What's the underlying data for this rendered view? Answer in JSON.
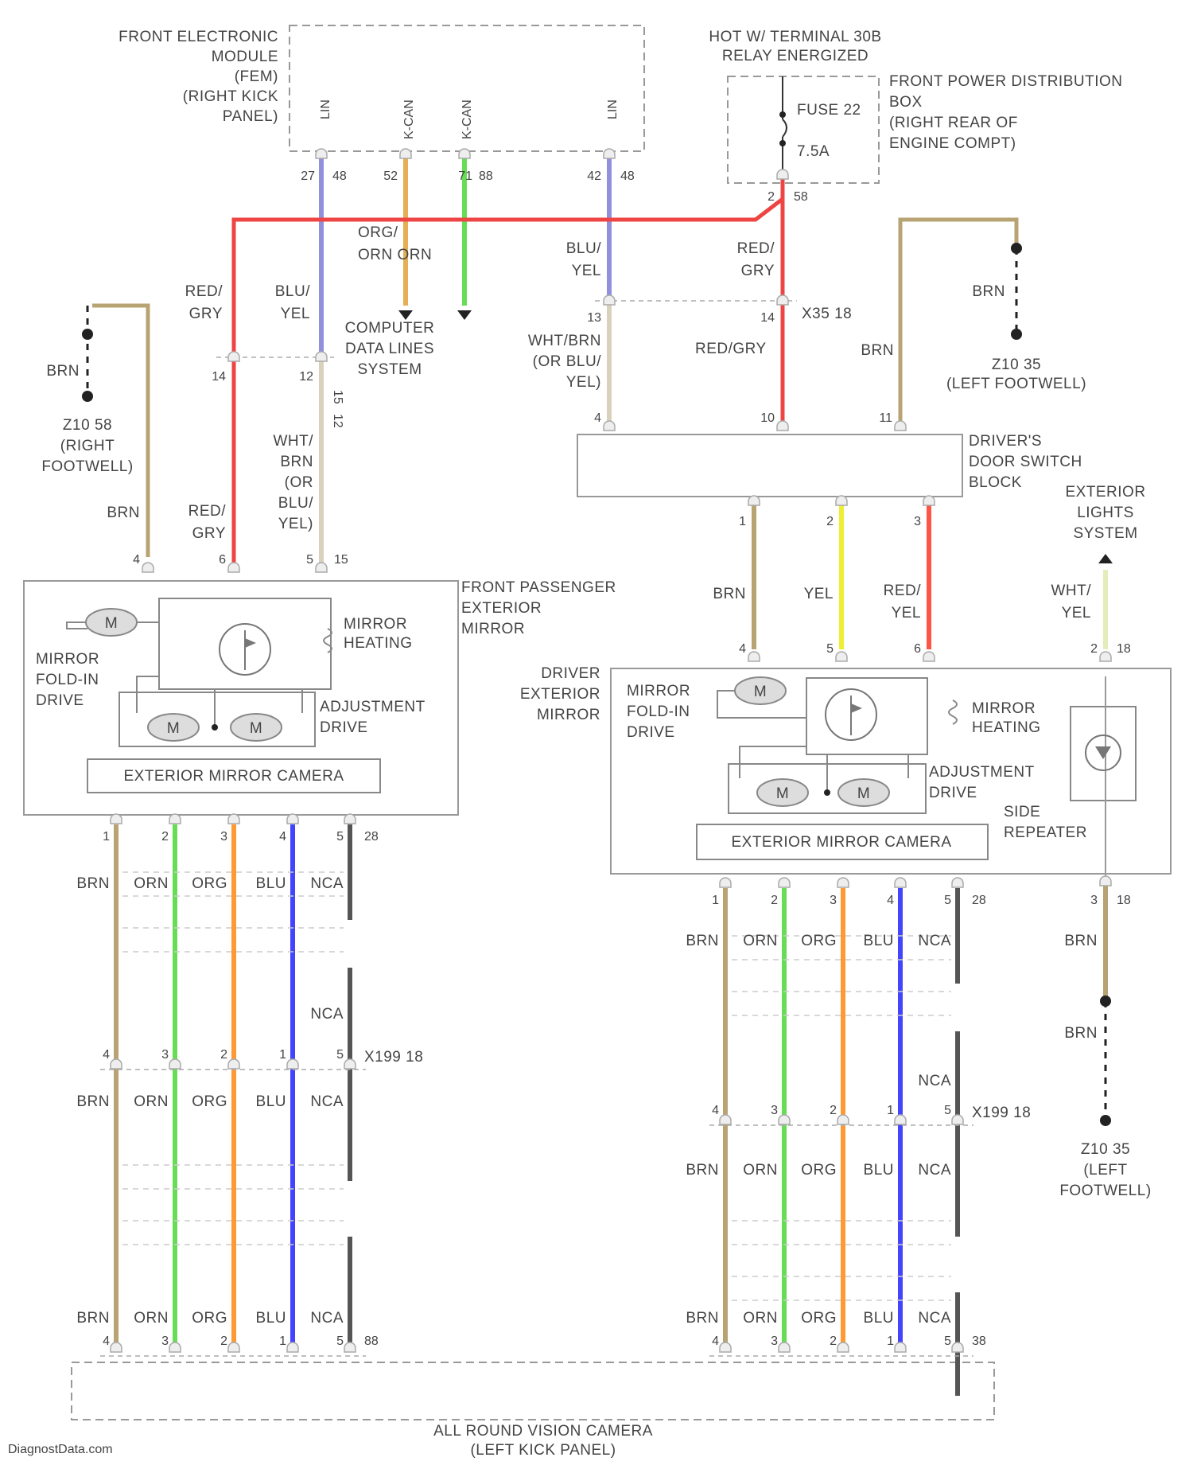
{
  "colors": {
    "BRN": "#b8a373",
    "ORN": "#66dd55",
    "ORG": "#ff9933",
    "BLU": "#4444ff",
    "NCA": "#555555",
    "RED/GRY": "#ee4444",
    "BLU/YEL": "#9090dd",
    "ORG/ORN": "#e5b055",
    "WHT/BRN": "#d8d2bc",
    "YEL": "#eeee33",
    "RED/YEL": "#ff5544",
    "WHT/YEL": "#e4eebb"
  },
  "modules": {
    "fem": "FRONT ELECTRONIC|MODULE|(FEM)|(RIGHT KICK|PANEL)",
    "fem_pins": {
      "lin1": "LIN",
      "can_l": "K-CAN",
      "can_h": "K-CAN",
      "lin2": "LIN"
    },
    "hot": "HOT W/ TERMINAL 30B|RELAY ENERGIZED",
    "fuse": "FUSE 22",
    "fuse_rating": "7.5A",
    "fpdb": "FRONT POWER DISTRIBUTION|BOX|(RIGHT REAR OF|ENGINE COMPT)",
    "cdl": "COMPUTER|DATA LINES|SYSTEM",
    "z10_right": "Z10 58|(RIGHT|FOOTWELL)",
    "z10_left_top": "Z10 35|(LEFT FOOTWELL)",
    "z10_left_bot": "Z10 35|(LEFT|FOOTWELL)",
    "x35": "X35 18",
    "dsb": "DRIVER'S|DOOR SWITCH|BLOCK",
    "ext_lights": "EXTERIOR|LIGHTS|SYSTEM",
    "passenger_mirror": "FRONT PASSENGER|EXTERIOR|MIRROR",
    "driver_mirror": "DRIVER|EXTERIOR|MIRROR",
    "mirror_heating": "MIRROR|HEATING",
    "fold_in": "MIRROR|FOLD-IN|DRIVE",
    "adjustment": "ADJUSTMENT|DRIVE",
    "camera": "EXTERIOR MIRROR CAMERA",
    "side_repeater": "SIDE|REPEATER",
    "x199": "X199 18",
    "arvc": "ALL ROUND VISION CAMERA|(LEFT KICK PANEL)",
    "motor_glyph": "M",
    "watermark": "DiagnostData.com"
  },
  "wire_labels": {
    "red_gry": "RED/|GRY",
    "red_gry_inline": "RED/GRY",
    "blu_yel": "BLU/|YEL",
    "org_orn": "ORG/|ORN ORN",
    "wht_brn_blu": "WHT/BRN|(OR BLU/|YEL)",
    "wht_brn_blu_stack": "WHT/|BRN|(OR|BLU/|YEL)",
    "brn": "BRN",
    "yel": "YEL",
    "red_yel": "RED/|YEL",
    "wht_yel": "WHT/|YEL",
    "orn": "ORN",
    "org": "ORG",
    "blu": "BLU",
    "nca": "NCA"
  },
  "pins": {
    "p27": "27",
    "p48": "48",
    "p52": "52",
    "p71": "71",
    "p88": "88",
    "p42": "42",
    "p48b": "48",
    "p2": "2",
    "p58": "58",
    "p13": "13",
    "p14": "14",
    "p12": "12",
    "p14b": "14",
    "p12b": "12",
    "p4": "4",
    "p10": "10",
    "p11": "11",
    "p4b": "4",
    "p6": "6",
    "p5": "5",
    "p15": "15",
    "p1": "1",
    "p2b": "2",
    "p3": "3",
    "p4c": "4",
    "p5b": "5",
    "p6b": "6",
    "p2c": "2",
    "p18": "18",
    "p3b": "3",
    "p18b": "18",
    "p28": "28",
    "p28b": "28",
    "p88b": "88",
    "p38": "38",
    "seq1": "1",
    "seq2": "2",
    "seq3": "3",
    "seq4": "4",
    "seq5": "5",
    "rev4": "4",
    "rev3": "3",
    "rev2": "2",
    "rev1": "1",
    "rev5": "5"
  }
}
